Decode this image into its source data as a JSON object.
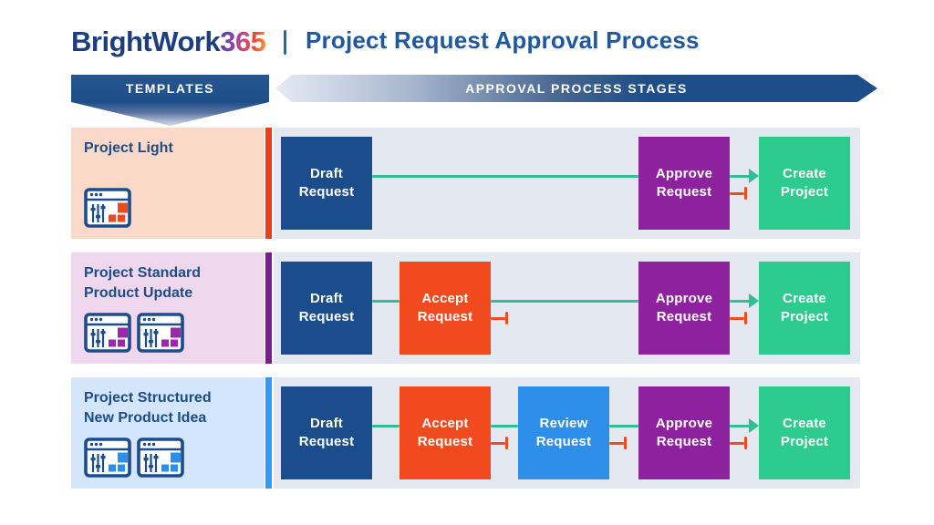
{
  "header": {
    "logo_primary": "BrightWork",
    "logo_suffix": "365",
    "separator": "|",
    "title": "Project Request Approval Process"
  },
  "banners": {
    "templates_label": "TEMPLATES",
    "stages_label": "APPROVAL PROCESS STAGES"
  },
  "colors": {
    "logo": "#1c3e7e",
    "title": "#2058a0",
    "banner": "#1d4e89",
    "label": "#1d4d86",
    "stage_bg": "#e4e8f0",
    "approve_line": "#2fbf90",
    "reject_line": "#f04a1e"
  },
  "logo_gradient_stops": [
    "#2b4aa8",
    "#8c3fa8",
    "#d8447c",
    "#ee4a2e",
    "#f6a63c"
  ],
  "rows": [
    {
      "name1": "Project Light",
      "name2": "",
      "panel_bg": "#fbd9c8",
      "bar_color": "#ea3e1b",
      "icon_accent": "#ee4a21",
      "icon_name": "app-window-icon",
      "stages": [
        {
          "key": "draft",
          "label1": "Draft",
          "label2": "Request",
          "color": "#1b4d8c"
        },
        {
          "key": "approve",
          "label1": "Approve",
          "label2": "Request",
          "color": "#8e219e"
        },
        {
          "key": "create",
          "label1": "Create",
          "label2": "Project",
          "color": "#2dcb8e"
        }
      ]
    },
    {
      "name1": "Project Standard",
      "name2": "Product Update",
      "panel_bg": "#efd7ed",
      "bar_color": "#7e1b90",
      "icon_accent": "#9c27a8",
      "icon_name": "app-window-icon",
      "stages": [
        {
          "key": "draft",
          "label1": "Draft",
          "label2": "Request",
          "color": "#1b4d8c"
        },
        {
          "key": "accept",
          "label1": "Accept",
          "label2": "Request",
          "color": "#f04a1e"
        },
        {
          "key": "approve",
          "label1": "Approve",
          "label2": "Request",
          "color": "#8e219e"
        },
        {
          "key": "create",
          "label1": "Create",
          "label2": "Project",
          "color": "#2dcb8e"
        }
      ]
    },
    {
      "name1": "Project Structured",
      "name2": "New Product Idea",
      "panel_bg": "#d4e6fb",
      "bar_color": "#2f9bf6",
      "icon_accent": "#2d8fe9",
      "icon_name": "app-window-icon",
      "stages": [
        {
          "key": "draft",
          "label1": "Draft",
          "label2": "Request",
          "color": "#1b4d8c"
        },
        {
          "key": "accept",
          "label1": "Accept",
          "label2": "Request",
          "color": "#f04a1e"
        },
        {
          "key": "review",
          "label1": "Review",
          "label2": "Request",
          "color": "#2d8fe9"
        },
        {
          "key": "approve",
          "label1": "Approve",
          "label2": "Request",
          "color": "#8e219e"
        },
        {
          "key": "create",
          "label1": "Create",
          "label2": "Project",
          "color": "#2dcb8e"
        }
      ]
    }
  ]
}
